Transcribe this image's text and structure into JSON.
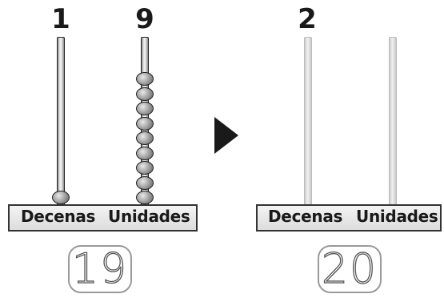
{
  "left_abacus": {
    "tens_digit": "1",
    "units_digit": "9",
    "tens_beads": 1,
    "units_beads": 9,
    "tens_label": "Decenas",
    "units_label": "Unidades",
    "answer": "19"
  },
  "right_abacus": {
    "tens_digit": "2",
    "tens_label": "Decenas",
    "units_label": "Unidades",
    "answer": "20"
  },
  "arrow_icon": "right-triangle-arrow"
}
